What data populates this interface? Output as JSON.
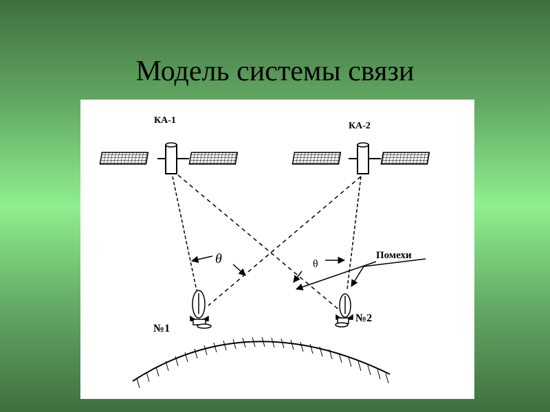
{
  "slide": {
    "title": "Модель системы связи"
  },
  "diagram": {
    "satellite_1_label": "КА-1",
    "satellite_2_label": "КА-2",
    "angle_symbol_1": "θ",
    "angle_symbol_2": "θ",
    "interference_label": "Помехи",
    "station_1_label": "№1",
    "station_2_label": "№2"
  },
  "colors": {
    "background_gradient": [
      "#3f6f3f",
      "#8fef8f"
    ],
    "figure_background": "#ffffff",
    "ink": "#000000"
  }
}
